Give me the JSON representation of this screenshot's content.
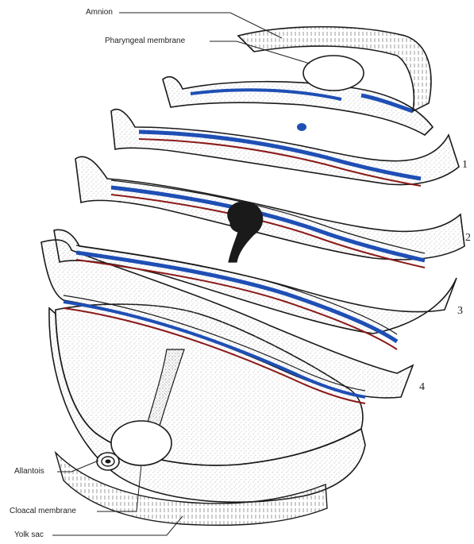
{
  "diagram": {
    "labels": {
      "amnion": "Amnion",
      "pharyngeal_membrane": "Pharyngeal membrane",
      "allantois": "Allantois",
      "cloacal_membrane": "Cloacal membrane",
      "yolk_sac": "Yolk sac"
    },
    "section_numbers": [
      "1",
      "2",
      "3",
      "4"
    ],
    "colors": {
      "outline": "#1a1a1a",
      "stipple": "#9a9a9a",
      "fill": "#ffffff",
      "blue_layer": "#1f4fb5",
      "red_layer": "#8b1a1a"
    }
  }
}
